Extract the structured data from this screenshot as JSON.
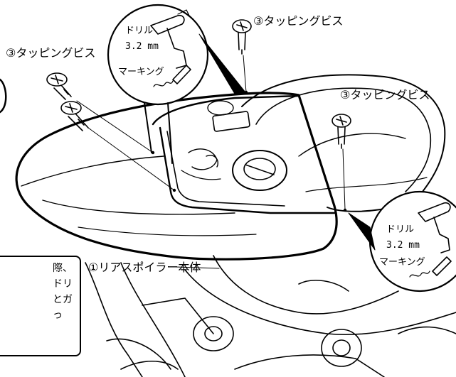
{
  "labels": {
    "screw_left": "③タッピングビス",
    "screw_top": "③タッピングビス",
    "screw_right": "③タッピングビス",
    "body": "①リアスポイラー本体"
  },
  "zoom_top": {
    "drill": "ドリル",
    "size": "3.2 mm",
    "marking": "マーキング"
  },
  "zoom_bottom": {
    "drill": "ドリル",
    "size": "3.2 mm",
    "marking": "マーキング"
  },
  "note": {
    "lines": [
      "際、",
      "ドリ",
      "とガ",
      "っ"
    ]
  }
}
